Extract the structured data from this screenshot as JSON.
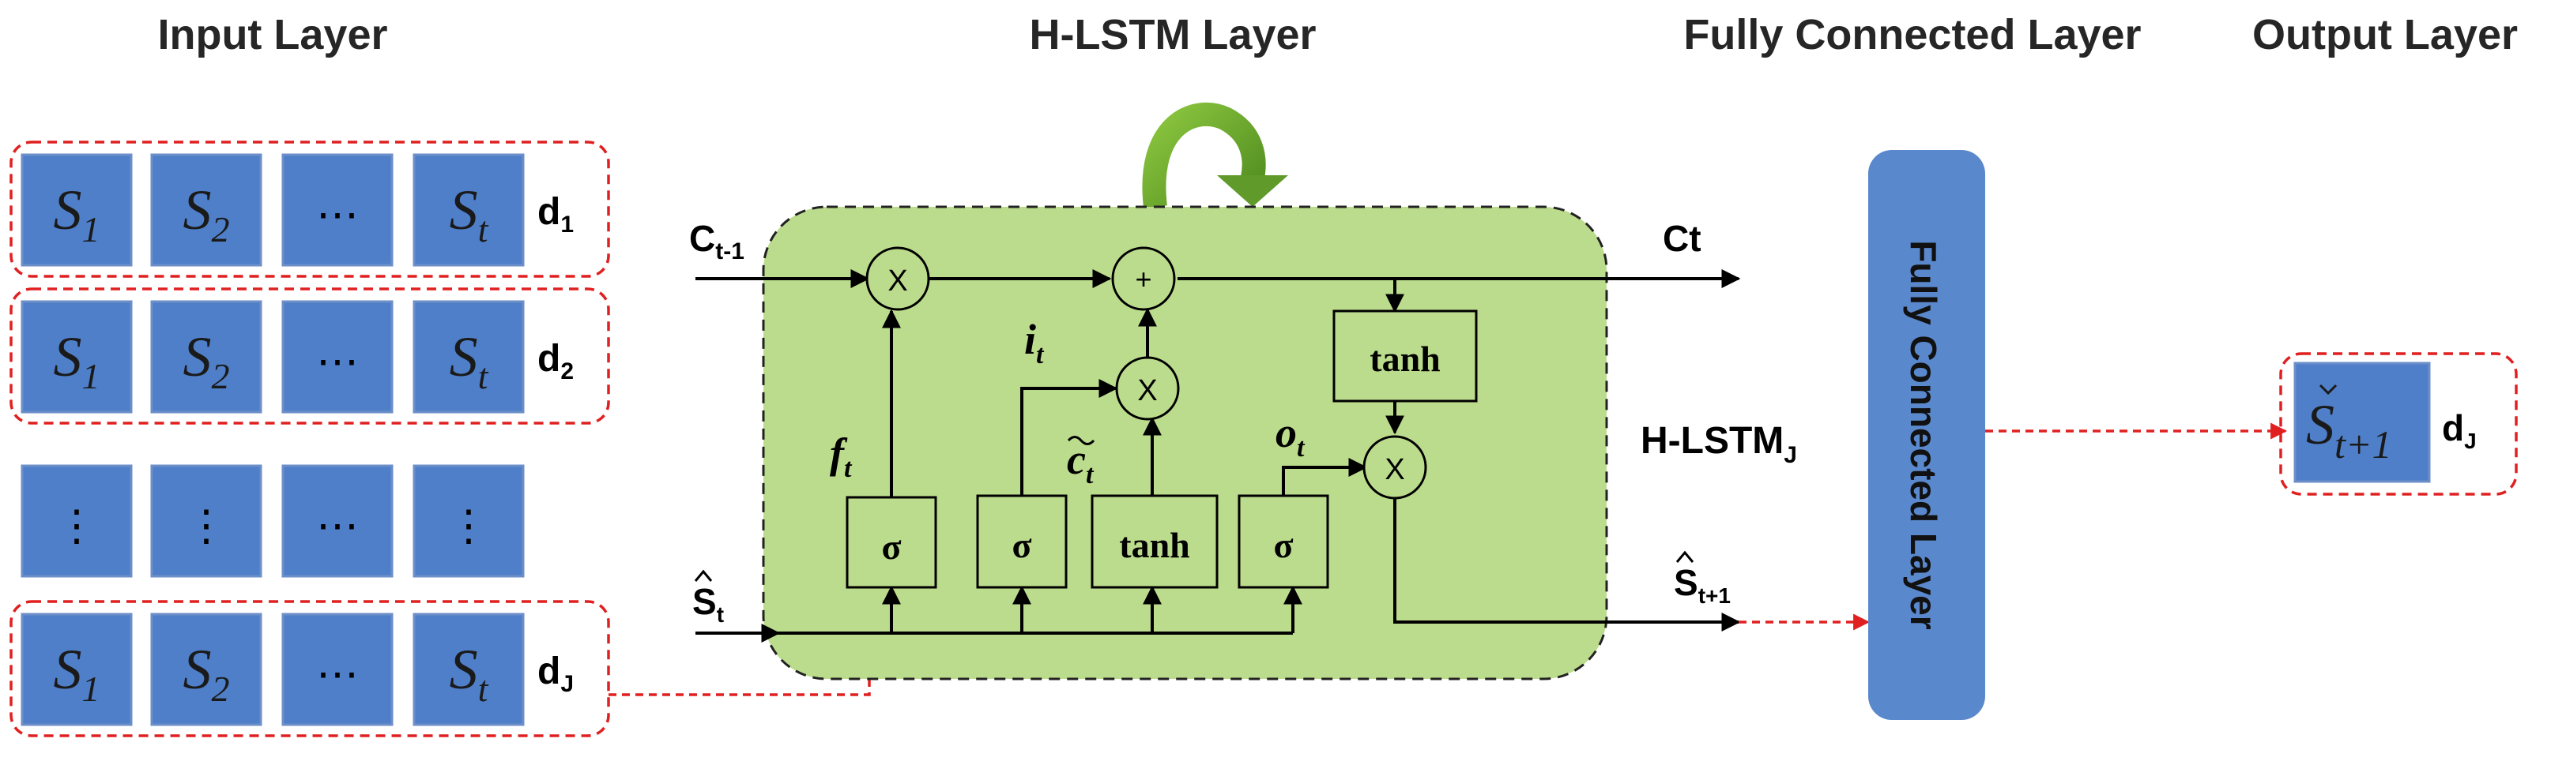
{
  "headers": {
    "input": "Input Layer",
    "hlstm": "H-LSTM Layer",
    "fc": "Fully Connected Layer",
    "output": "Output Layer"
  },
  "input_rows": [
    {
      "cells": [
        "S",
        "S",
        "⋯",
        "S"
      ],
      "subs": [
        "1",
        "2",
        "",
        "t"
      ],
      "label": "d",
      "label_sub": "1",
      "boxed": true
    },
    {
      "cells": [
        "S",
        "S",
        "⋯",
        "S"
      ],
      "subs": [
        "1",
        "2",
        "",
        "t"
      ],
      "label": "d",
      "label_sub": "2",
      "boxed": true
    },
    {
      "cells": [
        "⋮",
        "⋮",
        "⋯",
        "⋮"
      ],
      "subs": [
        "",
        "",
        "",
        ""
      ],
      "label": "",
      "label_sub": "",
      "boxed": false
    },
    {
      "cells": [
        "S",
        "S",
        "⋯",
        "S"
      ],
      "subs": [
        "1",
        "2",
        "",
        "t"
      ],
      "label": "d",
      "label_sub": "J",
      "boxed": true
    }
  ],
  "cell": {
    "c_prev": "C",
    "c_prev_sub": "t-1",
    "c_out": "Ct",
    "s_in": "S",
    "s_in_sub": "t",
    "s_out": "S",
    "s_out_sub": "t+1",
    "cell_name": "H-LSTM",
    "cell_name_sub": "J",
    "ops": {
      "multiply": "X",
      "add": "+"
    },
    "gates": {
      "forget": "σ",
      "input": "σ",
      "candidate": "tanh",
      "output": "σ",
      "out_tanh": "tanh"
    },
    "var_labels": {
      "f": "f",
      "f_sub": "t",
      "i": "i",
      "i_sub": "t",
      "c": "c",
      "c_sub": "t",
      "o": "o",
      "o_sub": "t"
    }
  },
  "fc_label": "Fully Connected Layer",
  "output": {
    "symbol": "S",
    "sub": "t+1",
    "label": "d",
    "label_sub": "J"
  },
  "colors": {
    "cell_blue": "#4f7fc8",
    "cell_green": "#bcdc8d",
    "dashed_red": "#e02020",
    "arrow_green": "#5f9a2a",
    "fc_blue": "#5a88cc"
  }
}
